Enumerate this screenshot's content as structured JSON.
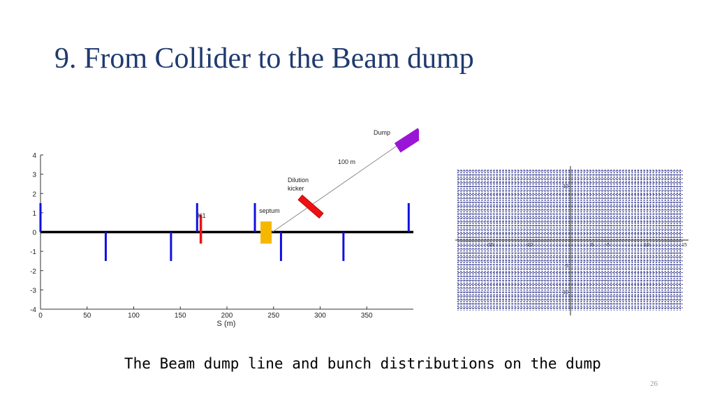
{
  "slide": {
    "title": "9. From Collider to the Beam dump",
    "caption": "The Beam dump line and bunch distributions on the dump",
    "page_number": "26"
  },
  "beamline": {
    "xlabel": "S (m)",
    "xticks": [
      0,
      50,
      100,
      150,
      200,
      250,
      300,
      350
    ],
    "yticks": [
      -4,
      -3,
      -2,
      -1,
      0,
      1,
      2,
      3,
      4
    ],
    "xlim": [
      0,
      400
    ],
    "ylim": [
      -4,
      4
    ],
    "quads_up": [
      0,
      168,
      230,
      395
    ],
    "quads_down": [
      70,
      140,
      258,
      325
    ],
    "kicker_k1": {
      "label": "K1",
      "s": 172
    },
    "septum": {
      "label": "septum",
      "s": 242
    },
    "dilution_kicker": {
      "label": "Dilution kicker",
      "label_line1": "Dilution",
      "label_line2": "kicker"
    },
    "extraction_distance_label": "100 m",
    "dump": {
      "label": "Dump"
    },
    "colors": {
      "quad": "#1010e0",
      "kicker": "#ee1111",
      "septum": "#f5b800",
      "dilution": "#ee1111",
      "dump": "#9a16d6",
      "beamline": "#000000"
    }
  },
  "distribution": {
    "xtick_labels": [
      "-15",
      "-10",
      "-5",
      "5",
      "10",
      "15"
    ],
    "ytick_labels": [
      "10",
      "-5",
      "-10"
    ],
    "point_color": "#3a3f8f"
  }
}
